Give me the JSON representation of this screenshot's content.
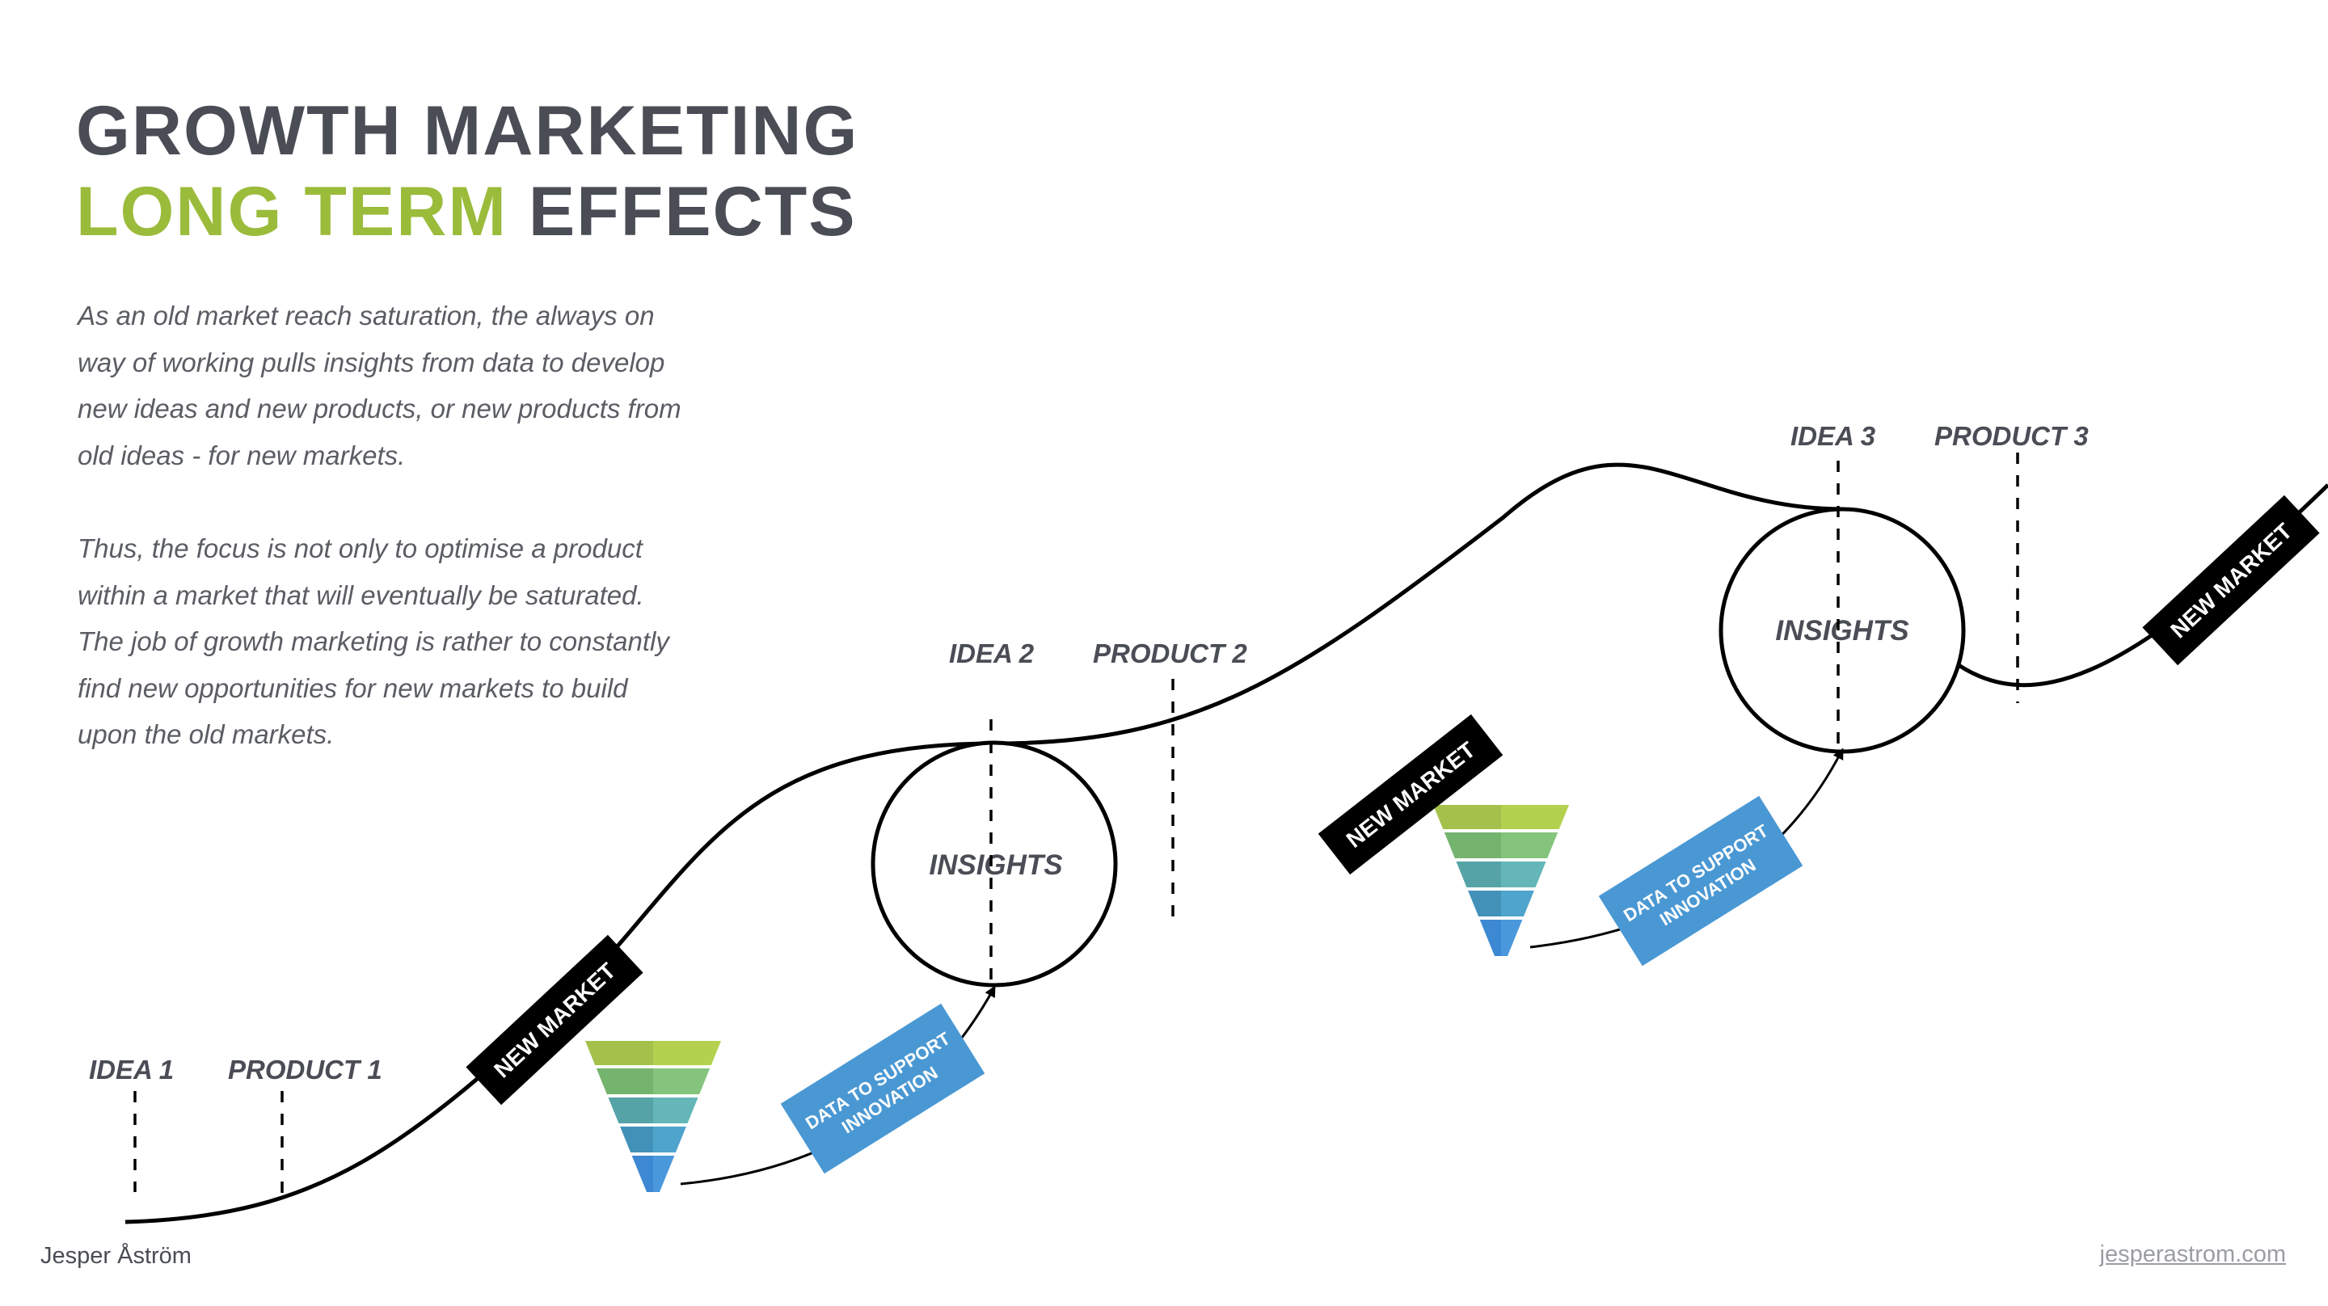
{
  "title": {
    "line1": "GROWTH MARKETING",
    "line2_highlight": "LONG TERM",
    "line2_rest": "EFFECTS"
  },
  "intro": {
    "paragraph1": "As an old market reach saturation, the always on way of working pulls insights from data to develop new ideas and new products, or new products from old ideas - for new markets.",
    "paragraph2": "Thus, the focus is not only to optimise a product within a market that will eventually be saturated. The job of growth marketing is rather to constantly find new opportunities for new markets to build upon the old markets."
  },
  "stages": [
    {
      "idea": "IDEA 1",
      "product": "PRODUCT 1"
    },
    {
      "idea": "IDEA 2",
      "product": "PRODUCT 2",
      "circle": "INSIGHTS"
    },
    {
      "idea": "IDEA 3",
      "product": "PRODUCT 3",
      "circle": "INSIGHTS"
    }
  ],
  "new_market_label": "NEW MARKET",
  "data_tag": {
    "line1": "DATA TO SUPPORT",
    "line2": "INNOVATION"
  },
  "colors": {
    "title": "#4a4d55",
    "accent_green": "#9bbb3b",
    "data_tag_blue": "#4a98d3",
    "new_market_tag": "#000000",
    "funnel_layers": [
      "#a3c14b",
      "#75b46e",
      "#55a3a6",
      "#4291b9",
      "#3d88d2"
    ]
  },
  "footer": {
    "author": "Jesper Åström",
    "website": "jesperastrom.com"
  }
}
